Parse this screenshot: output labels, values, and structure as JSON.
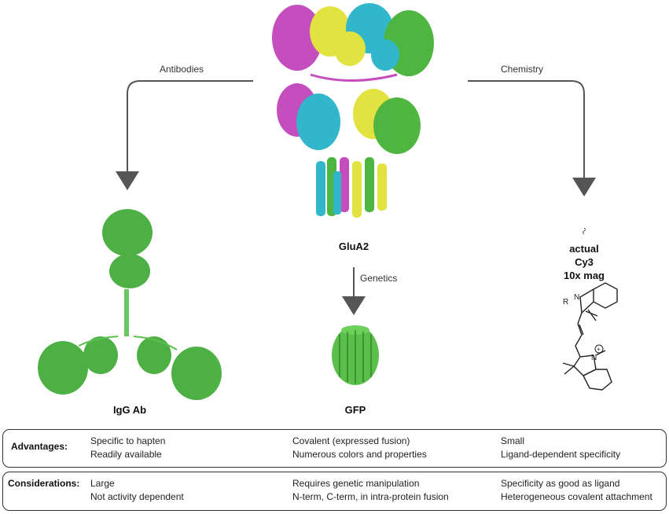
{
  "arrows": {
    "antibodies": "Antibodies",
    "chemistry": "Chemistry",
    "genetics": "Genetics"
  },
  "proteins": {
    "center": "GluA2",
    "antibody": "IgG Ab",
    "gfp": "GFP"
  },
  "dye": {
    "line1": "actual",
    "line2": "Cy3",
    "line3": "10x mag",
    "r_group": "R"
  },
  "table": {
    "advantages": {
      "header": "Advantages:",
      "antibody": [
        "Specific to hapten",
        "Readily available"
      ],
      "genetic": [
        "Covalent (expressed fusion)",
        "Numerous colors and properties"
      ],
      "chemical": [
        "Small",
        "Ligand-dependent specificity"
      ]
    },
    "considerations": {
      "header": "Considerations:",
      "antibody": [
        "Large",
        "Not activity dependent"
      ],
      "genetic": [
        "Requires genetic manipulation",
        "N-term, C-term, in intra-protein fusion"
      ],
      "chemical": [
        "Specificity as good as ligand",
        "Heterogeneous covalent attachment"
      ]
    }
  },
  "colors": {
    "magenta": "#c040b8",
    "yellow": "#e0e030",
    "cyan": "#20b0c8",
    "green": "#40b030",
    "arrow": "#555555"
  }
}
